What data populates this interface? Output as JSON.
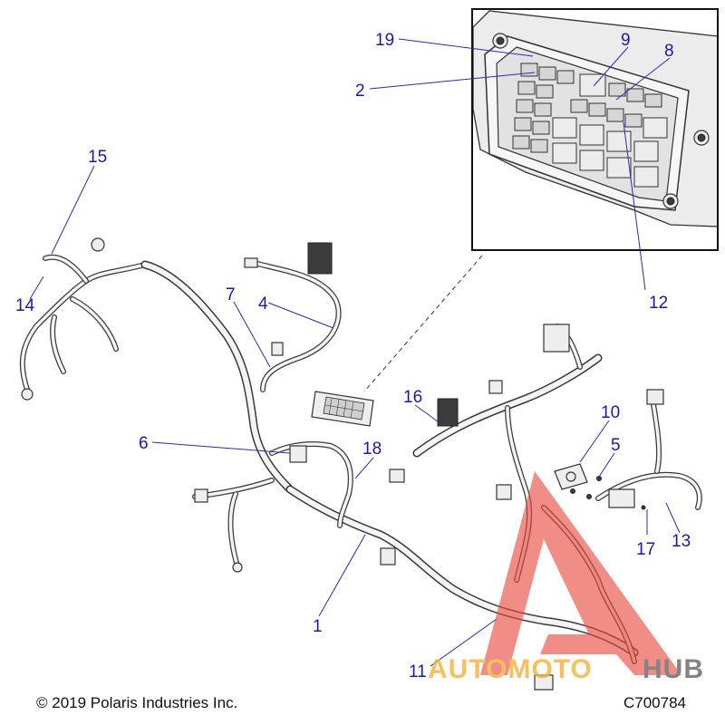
{
  "callouts": {
    "c1": "1",
    "c2": "2",
    "c4": "4",
    "c5": "5",
    "c6": "6",
    "c7": "7",
    "c8": "8",
    "c9": "9",
    "c10": "10",
    "c11": "11",
    "c12": "12",
    "c13": "13",
    "c14": "14",
    "c15": "15",
    "c16": "16",
    "c17": "17",
    "c18": "18",
    "c19": "19"
  },
  "footer": {
    "copyright": "© 2019 Polaris Industries Inc.",
    "diagram_code": "C700784"
  },
  "watermark": {
    "part1": "AUTOMOTO",
    "part2": "HUB",
    "color_primary": "#e8463c",
    "color_secondary": "#f5b13c"
  },
  "colors": {
    "callout_text": "#1a1aa8",
    "line_art": "#333333"
  }
}
